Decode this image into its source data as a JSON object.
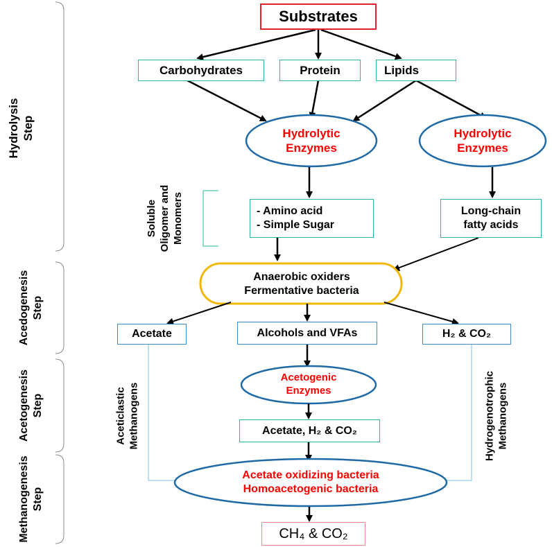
{
  "substrates": "Substrates",
  "carbohydrates": "Carbohydrates",
  "protein": "Protein",
  "lipids": "Lipids",
  "enzyme_left": [
    "Hydrolytic",
    "Enzymes"
  ],
  "enzyme_right": [
    "Hydrolytic",
    "Enzymes"
  ],
  "monomers_left": [
    "- Amino acid",
    "- Simple Sugar"
  ],
  "monomers_right": [
    "Long-chain",
    "fatty acids"
  ],
  "soluble_label": [
    "Soluble",
    "Oligomer and",
    "Monomers"
  ],
  "fermentative": [
    "Anaerobic oxiders",
    "Fermentative bacteria"
  ],
  "acetate": "Acetate",
  "alcohols": "Alcohols and VFAs",
  "h2co2": "H₂ & CO₂",
  "acetogenic": [
    "Acetogenic",
    "Enzymes"
  ],
  "acetate_h2_co2": "Acetate, H₂ & CO₂",
  "oxidizing": [
    "Acetate oxidizing bacteria",
    "Homoacetogenic bacteria"
  ],
  "final": "CH₄ & CO₂",
  "aceticlastic": [
    "Aceticlastic",
    "Methanogens"
  ],
  "hydrogenotrophic": [
    "Hydrogenotrophic",
    "Methanogens"
  ],
  "steps": {
    "hydrolysis": [
      "Hydrolysis",
      "Step"
    ],
    "acedogenesis": [
      "Acedogenesis",
      "Step"
    ],
    "acetogenesis": [
      "Acetogenesis",
      "Step"
    ],
    "methanogenesis": [
      "Methanogenesis",
      "Step"
    ]
  },
  "colors": {
    "teal": "#2bb39a",
    "blue_outline": "#1f6aa6",
    "red_text": "#ff0000",
    "gold_outline": "#f2b705",
    "red_border": "#e0202a"
  }
}
